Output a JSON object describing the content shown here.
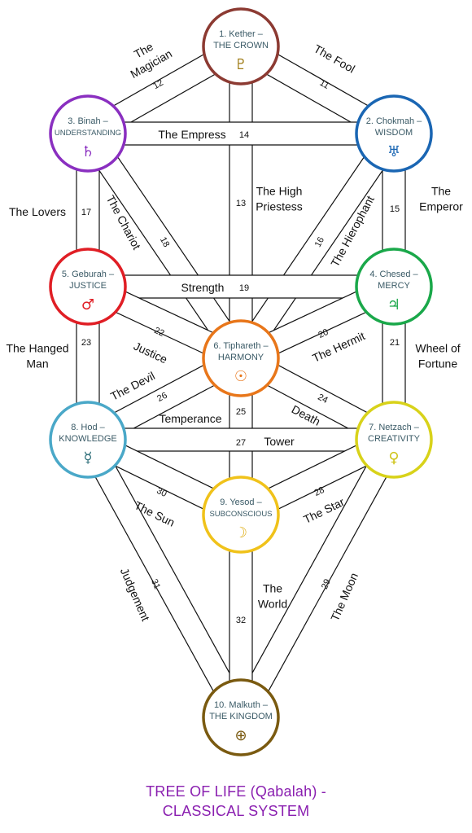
{
  "sephiroth": [
    {
      "id": 1,
      "line1": "1. Kether –",
      "line2": "THE CROWN",
      "glyph": "♇",
      "color": "#8c3a32",
      "glyph_color": "#a07d18"
    },
    {
      "id": 2,
      "line1": "2. Chokmah –",
      "line2": "WISDOM",
      "glyph": "♅",
      "color": "#1a66b3",
      "glyph_color": "#1a66b3"
    },
    {
      "id": 3,
      "line1": "3. Binah –",
      "line2": "UNDERSTANDING",
      "glyph": "♄",
      "color": "#8a2fc0",
      "glyph_color": "#8a2fc0"
    },
    {
      "id": 4,
      "line1": "4. Chesed –",
      "line2": "MERCY",
      "glyph": "♃",
      "color": "#1aa84a",
      "glyph_color": "#1aa84a"
    },
    {
      "id": 5,
      "line1": "5. Geburah –",
      "line2": "JUSTICE",
      "glyph": "♂",
      "color": "#e01e25",
      "glyph_color": "#e01e25"
    },
    {
      "id": 6,
      "line1": "6. Tiphareth –",
      "line2": "HARMONY",
      "glyph": "☉",
      "color": "#e8761a",
      "glyph_color": "#e8761a"
    },
    {
      "id": 7,
      "line1": "7. Netzach –",
      "line2": "CREATIVITY",
      "glyph": "♀",
      "color": "#d8d21a",
      "glyph_color": "#cfc41a"
    },
    {
      "id": 8,
      "line1": "8. Hod –",
      "line2": "KNOWLEDGE",
      "glyph": "☿",
      "color": "#4aa8c8",
      "glyph_color": "#2f6f7a"
    },
    {
      "id": 9,
      "line1": "9. Yesod –",
      "line2": "SUBCONSCIOUS",
      "glyph": "☽",
      "color": "#f0c21a",
      "glyph_color": "#e0b01a"
    },
    {
      "id": 10,
      "line1": "10. Malkuth –",
      "line2": "THE KINGDOM",
      "glyph": "⊕",
      "color": "#7a5a10",
      "glyph_color": "#7a5a10"
    }
  ],
  "paths": [
    {
      "num": "11",
      "card": [
        "The Fool"
      ]
    },
    {
      "num": "12",
      "card": [
        "The",
        "Magician"
      ]
    },
    {
      "num": "13",
      "card": [
        "The High",
        "Priestess"
      ]
    },
    {
      "num": "14",
      "card": [
        "The Empress"
      ]
    },
    {
      "num": "15",
      "card": [
        "The",
        "Emperor"
      ]
    },
    {
      "num": "16",
      "card": [
        "The Hierophant"
      ]
    },
    {
      "num": "17",
      "card": [
        "The Lovers"
      ]
    },
    {
      "num": "18",
      "card": [
        "The Chariot"
      ]
    },
    {
      "num": "19",
      "card": [
        "Strength"
      ]
    },
    {
      "num": "20",
      "card": [
        "The Hermit"
      ]
    },
    {
      "num": "21",
      "card": [
        "Wheel of",
        "Fortune"
      ]
    },
    {
      "num": "22",
      "card": [
        "Justice"
      ]
    },
    {
      "num": "23",
      "card": [
        "The Hanged",
        "Man"
      ]
    },
    {
      "num": "24",
      "card": [
        "Death"
      ]
    },
    {
      "num": "25",
      "card": [
        "Temperance"
      ]
    },
    {
      "num": "26",
      "card": [
        "The Devil"
      ]
    },
    {
      "num": "27",
      "card": [
        "Tower"
      ]
    },
    {
      "num": "28",
      "card": [
        "The Star"
      ]
    },
    {
      "num": "29",
      "card": [
        "The Moon"
      ]
    },
    {
      "num": "30",
      "card": [
        "The Sun"
      ]
    },
    {
      "num": "31",
      "card": [
        "Judgement"
      ]
    },
    {
      "num": "32",
      "card": [
        "The",
        "World"
      ]
    }
  ],
  "title": {
    "line1": "TREE OF LIFE (Qabalah) -",
    "line2": "CLASSICAL SYSTEM"
  }
}
